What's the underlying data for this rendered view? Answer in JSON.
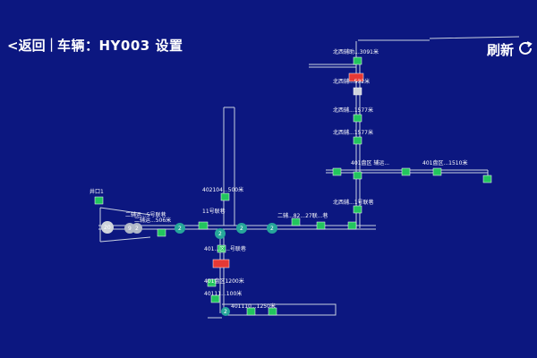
{
  "header": {
    "back_label": "<返回",
    "separator": "|",
    "title": "车辆：HY003  设置",
    "refresh_label": "刷新"
  },
  "icons": {
    "refresh": "refresh-icon"
  },
  "colors": {
    "background": "#0c1780",
    "track": "#c8d0e0",
    "device_ok": "#22c55e",
    "device_alarm": "#e53935",
    "vehicle_marker": "#26a69a"
  },
  "map": {
    "labels": [
      "北西辅助...3091米",
      "北西辅...532米",
      "北西辅...1577米",
      "北西辅...1577米",
      "401盘区 辅运...",
      "北西辅...1号联巷",
      "二辅运...5号联巷",
      "401盘区...1510米",
      "井口1",
      "402104...500米",
      "二辅运...506米",
      "11号联巷",
      "二辅...82...27联...巷",
      "401...区...号联巷",
      "401盘区1200米",
      "40111...100米",
      "401110...1250米"
    ],
    "vehicle_markers": [
      "20",
      "9",
      "2",
      "2",
      "2",
      "2",
      "2",
      "2"
    ]
  }
}
